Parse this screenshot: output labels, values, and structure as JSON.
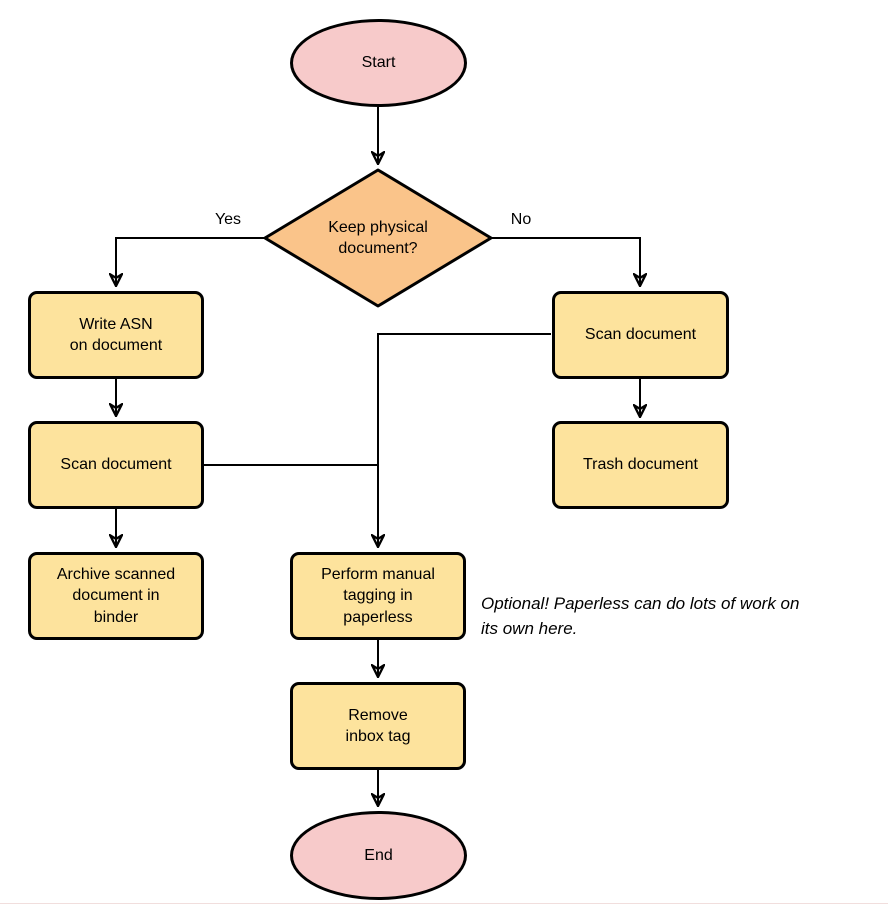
{
  "diagram": {
    "colors": {
      "terminal_fill": "#F7CACA",
      "decision_fill": "#FAC48A",
      "process_fill": "#FDE39D",
      "stroke": "#000000",
      "line": "#000000"
    },
    "nodes": {
      "start": {
        "label": "Start",
        "type": "terminal"
      },
      "decision": {
        "label": "Keep physical\ndocument?",
        "type": "decision"
      },
      "write_asn": {
        "label": "Write ASN\non document",
        "type": "process"
      },
      "scan_left": {
        "label": "Scan document",
        "type": "process"
      },
      "archive": {
        "label": "Archive scanned\ndocument in\nbinder",
        "type": "process"
      },
      "scan_right": {
        "label": "Scan document",
        "type": "process"
      },
      "trash": {
        "label": "Trash document",
        "type": "process"
      },
      "tagging": {
        "label": "Perform manual\ntagging in\npaperless",
        "type": "process"
      },
      "remove_inbox": {
        "label": "Remove\ninbox tag",
        "type": "process"
      },
      "end": {
        "label": "End",
        "type": "terminal"
      }
    },
    "edge_labels": {
      "yes": "Yes",
      "no": "No"
    },
    "annotation": "Optional! Paperless can do lots of work on\nits own here."
  }
}
